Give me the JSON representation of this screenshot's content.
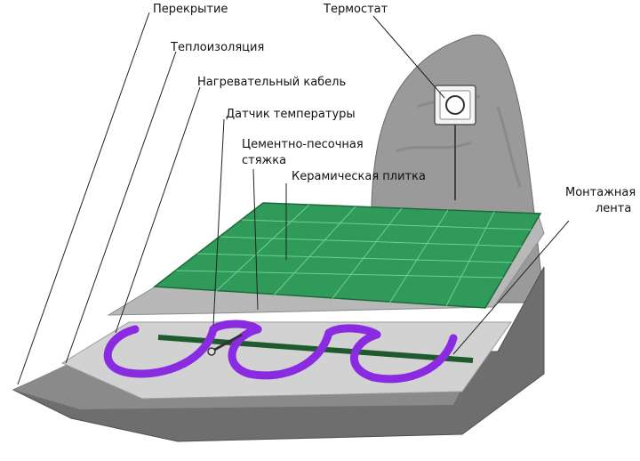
{
  "labels": {
    "slab": "Перекрытие",
    "insulation": "Теплоизоляция",
    "cable": "Нагревательный кабель",
    "sensor": "Датчик температуры",
    "screed_line1": "Цементно-песочная",
    "screed_line2": "стяжка",
    "tile": "Керамическая плитка",
    "thermostat": "Термостат",
    "tape_line1": "Монтажная",
    "tape_line2": "лента"
  },
  "colors": {
    "slab": "#6e6e6e",
    "slab_top": "#8a8a8a",
    "wall": "#9a9a9a",
    "insulation": "#cfcfcf",
    "screed": "#b8b8b8",
    "tile": "#2f9a5a",
    "tile_grid": "#6fd08f",
    "cable": "#8a2be2",
    "tape": "#1f5a2f"
  },
  "icons": [
    "thermostat-icon",
    "temperature-sensor-icon"
  ]
}
